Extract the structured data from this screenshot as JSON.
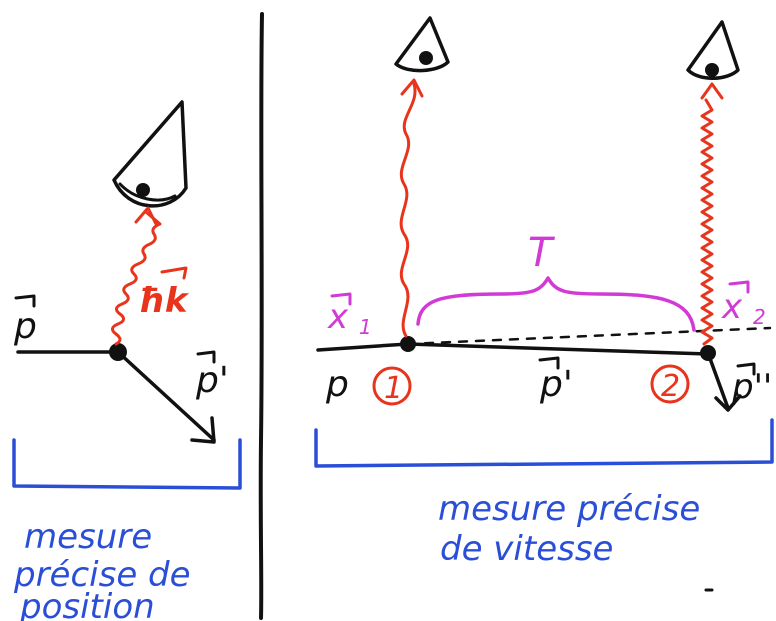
{
  "colors": {
    "ink": "#111111",
    "photon": "#e8341c",
    "annotation": "#d23ad6",
    "caption": "#2a4fd6"
  },
  "left_panel": {
    "momentum_in": "p",
    "momentum_out": "p'",
    "photon_label": "ħk",
    "caption_lines": [
      "mesure",
      "précise de",
      "position"
    ],
    "eye_icon": "eye-icon"
  },
  "right_panel": {
    "momentum_in": "p",
    "momentum_mid": "p'",
    "momentum_out": "p''",
    "position_1": "x",
    "position_1_sub": "1",
    "position_2": "x",
    "position_2_sub": "2",
    "time_label": "T",
    "event_1": "1",
    "event_2": "2",
    "caption_lines": [
      "mesure précise",
      "de vitesse"
    ],
    "eye_icon": "eye-icon"
  }
}
